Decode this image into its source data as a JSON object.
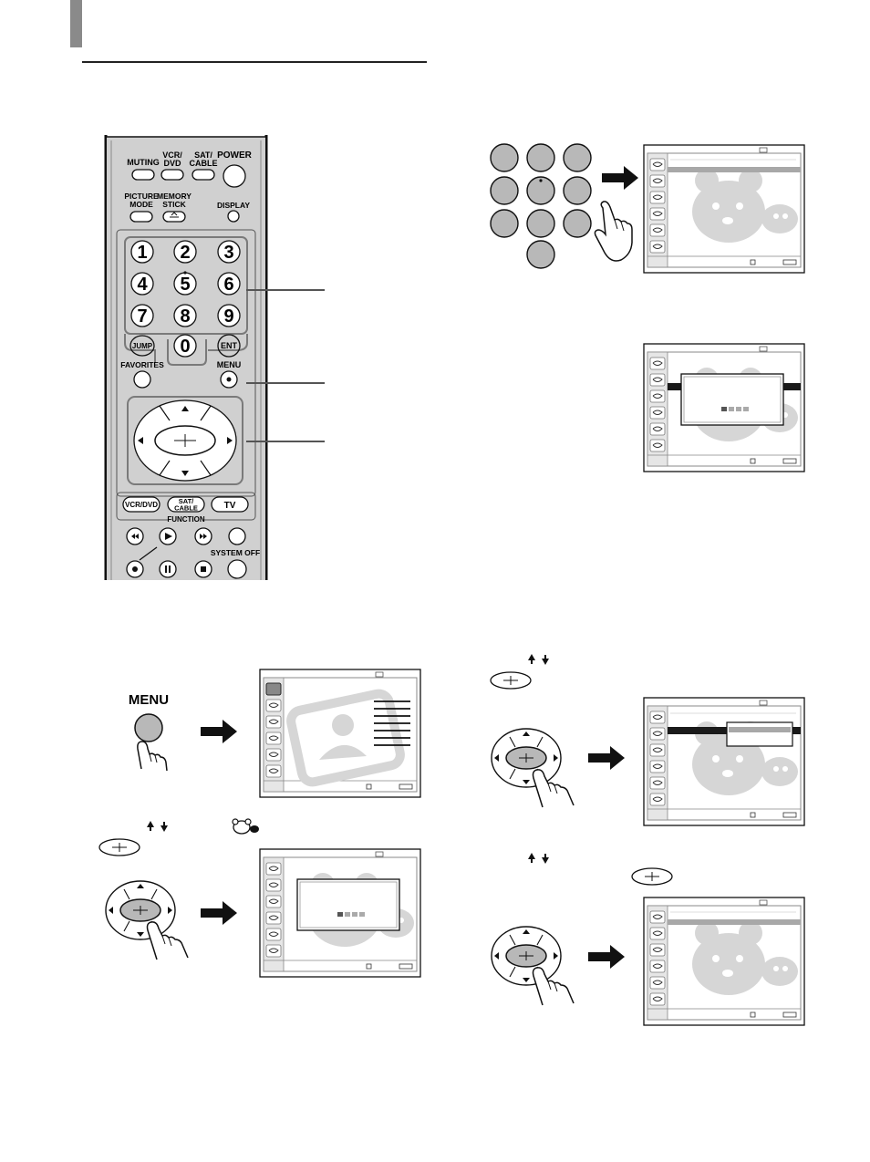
{
  "remote": {
    "top_buttons": [
      "MUTING",
      "VCR/\nDVD",
      "SAT/\nCABLE",
      "POWER"
    ],
    "picture_mode": "PICTURE\nMODE",
    "memory_stick": "MEMORY\nSTICK",
    "display": "DISPLAY",
    "digits": [
      "1",
      "2",
      "3",
      "4",
      "5",
      "6",
      "7",
      "8",
      "9",
      "0"
    ],
    "jump": "JUMP",
    "ent": "ENT",
    "favorites": "FAVORITES",
    "menu": "MENU",
    "function_buttons": [
      "VCR/DVD",
      "SAT/\nCABLE",
      "TV"
    ],
    "function_label": "FUNCTION",
    "system_off": "SYSTEM OFF"
  },
  "illustrations": {
    "menu_button_label": "MENU"
  },
  "colors": {
    "remote_body": "#d0d0d0",
    "button_fill": "#ffffff",
    "screen_bar": "#a8a8a8",
    "screen_dark_bar": "#1a1a1a",
    "watermark": "#d6d6d6"
  }
}
